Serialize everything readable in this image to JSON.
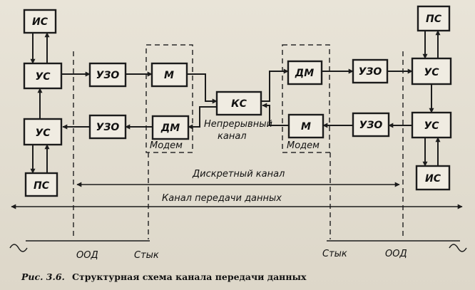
{
  "blocks": {
    "is_left": "ИС",
    "us_left_top": "УС",
    "uzo_left_top": "УЗО",
    "m_left": "М",
    "ks": "КС",
    "dm_right": "ДМ",
    "uzo_right_top": "УЗО",
    "us_right_top": "УС",
    "ps_right": "ПС",
    "us_left_bottom": "УС",
    "uzo_left_bottom": "УЗО",
    "dm_left": "ДМ",
    "m_right": "М",
    "uzo_right_bottom": "УЗО",
    "us_right_bottom": "УС",
    "ps_left": "ПС",
    "is_right": "ИС"
  },
  "labels": {
    "channel_line1": "Непрерывный",
    "channel_line2": "канал",
    "modem_left": "Модем",
    "modem_right": "Модем",
    "discrete_channel": "Дискретный канал",
    "data_channel": "Канал передачи данных",
    "ood_left": "ООД",
    "styk_left": "Стык",
    "styk_right": "Стык",
    "ood_right": "ООД"
  },
  "caption": {
    "prefix": "Рис. 3.6.",
    "text": "Структурная схема канала передачи данных"
  }
}
